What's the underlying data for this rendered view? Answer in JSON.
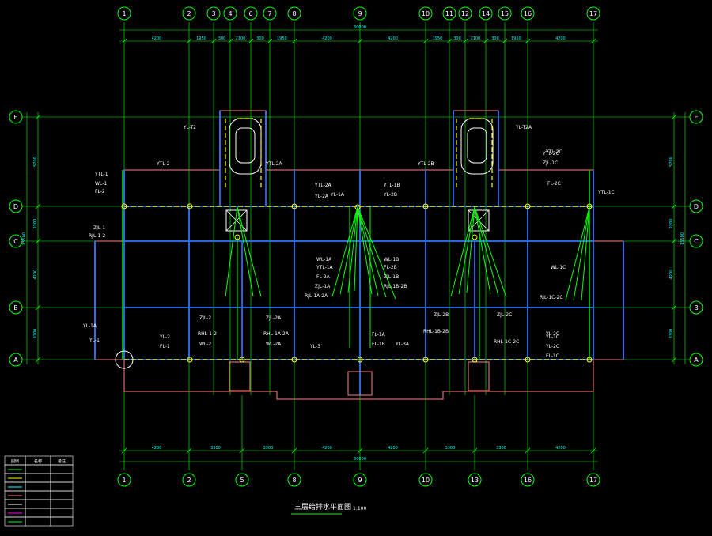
{
  "drawing": {
    "title": "三层给排水平面图",
    "scale": "1:100",
    "colors": {
      "background": "#000000",
      "axis": "#00ff00",
      "wall": "#2f6fff",
      "outline": "#ff7f7f",
      "pipe_yellow": "#ffff00",
      "pipe_green": "#00ff00",
      "text": "#ffffff",
      "dim_text": "#00ffff"
    }
  },
  "axes": {
    "columns": [
      "1",
      "2",
      "3",
      "4",
      "6",
      "7",
      "8",
      "9",
      "10",
      "11",
      "12",
      "14",
      "15",
      "16",
      "17"
    ],
    "columns_bottom": [
      "1",
      "2",
      "5",
      "8",
      "9",
      "10",
      "13",
      "16",
      "17"
    ],
    "rows": [
      "E",
      "D",
      "C",
      "B",
      "A"
    ]
  },
  "dims": {
    "top_segments": [
      "4200",
      "1950",
      "300",
      "2100",
      "300",
      "1950",
      "4200",
      "4200",
      "1950",
      "300",
      "2100",
      "300",
      "1950",
      "4200"
    ],
    "top_total": "30000",
    "bottom_segments": [
      "4200",
      "3300",
      "3300",
      "4200",
      "4200",
      "3300",
      "3300",
      "4200"
    ],
    "bottom_total": "30000",
    "side_segments": [
      "5700",
      "2200",
      "4200",
      "3300"
    ],
    "side_total": "15500"
  },
  "labels": {
    "left_pipes": [
      "YTL-1",
      "WL-1",
      "FL-2",
      "ZJL-1",
      "RJL-1-2",
      "YL-1",
      "YL-1A",
      "YL-2",
      "FL-1"
    ],
    "center_pipes": [
      "YTL-2A",
      "YL-2A",
      "WL-1A",
      "YTL-1A",
      "FL-2A",
      "ZJL-1A",
      "RJL-1A-2A",
      "YL-1A",
      "YTL-1B",
      "YL-2B",
      "WL-1B",
      "FL-2B",
      "ZJL-1B",
      "RJL-1B-2B"
    ],
    "right_pipes": [
      "YTL-2C",
      "ZJL-1C",
      "FL-2C",
      "WL-1C",
      "RJL-1C-2C",
      "YL-1C",
      "YL-2C",
      "FL-1C",
      "YTL-1C"
    ],
    "lower_pipes": [
      "ZJL-2",
      "RHL-1-2",
      "WL-2",
      "ZJL-2A",
      "RHL-1A-2A",
      "WL-2A",
      "FL-1A",
      "YL-3",
      "FL-1B",
      "YL-3A",
      "ZJL-2B",
      "RHL-1B-2B",
      "ZJL-2C",
      "RHL-1C-2C",
      "YL-2C"
    ],
    "stair_pipes": [
      "YL-T2",
      "YTL-2",
      "YTL-2A",
      "YL-T2A",
      "YTL-2B",
      "YTL-2C"
    ],
    "legend_rows": [
      "图例",
      "名称",
      "备注"
    ]
  }
}
